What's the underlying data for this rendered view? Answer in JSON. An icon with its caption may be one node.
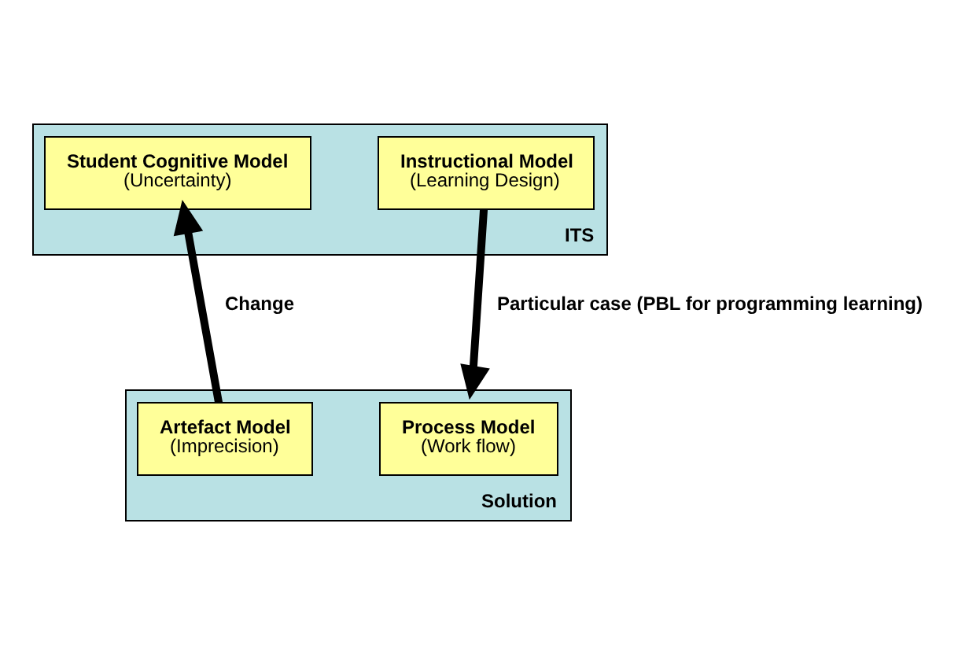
{
  "diagram": {
    "nodes": [
      {
        "text": [
          "ITS"
        ]
      },
      {
        "text": [
          "Student Cognitive Model",
          "(Uncertainty)"
        ],
        "in": 0
      },
      {
        "text": [
          "Instructional Model",
          "(Learning Design)"
        ],
        "in": 0
      },
      {
        "text": [
          "Solution"
        ]
      },
      {
        "text": [
          "Artefact Model",
          "(Imprecision)"
        ],
        "in": 3
      },
      {
        "text": [
          "Process Model",
          "(Work flow)"
        ],
        "in": 3
      }
    ],
    "edges": [
      {
        "from": 2,
        "to": 3,
        "arrow": "to",
        "label": "Particular case (PBL for programming learning)"
      },
      {
        "from": 4,
        "to": 1,
        "arrow": "to",
        "label": "Change"
      }
    ]
  }
}
